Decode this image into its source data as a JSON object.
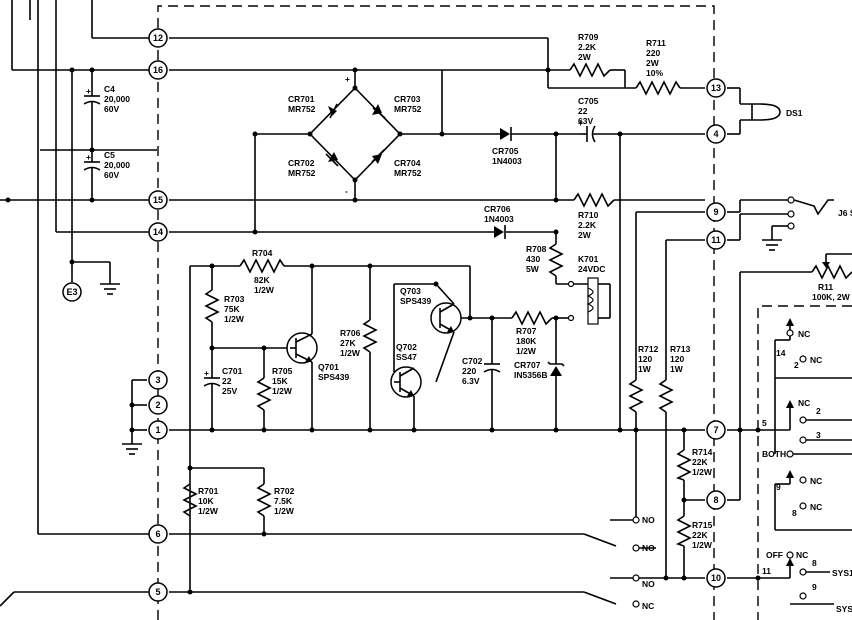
{
  "terminals": [
    "12",
    "16",
    "15",
    "14",
    "13",
    "4",
    "9",
    "11",
    "3",
    "2",
    "1",
    "6",
    "5",
    "7",
    "8",
    "10"
  ],
  "ground_tag": "E3",
  "components": {
    "c4": [
      "C4",
      "20,000",
      "60V"
    ],
    "c5": [
      "C5",
      "20,000",
      "60V"
    ],
    "cr701": [
      "CR701",
      "MR752"
    ],
    "cr702": [
      "CR702",
      "MR752"
    ],
    "cr703": [
      "CR703",
      "MR752"
    ],
    "cr704": [
      "CR704",
      "MR752"
    ],
    "cr705": [
      "CR705",
      "1N4003"
    ],
    "cr706": [
      "CR706",
      "1N4003"
    ],
    "cr707": [
      "CR707",
      "IN5356B"
    ],
    "r709": [
      "R709",
      "2.2K",
      "2W"
    ],
    "r711": [
      "R711",
      "220",
      "2W",
      "10%"
    ],
    "c705": [
      "C705",
      "22",
      "63V"
    ],
    "ds1": "DS1",
    "r710": [
      "R710",
      "2.2K",
      "2W"
    ],
    "r708": [
      "R708",
      "430",
      "5W"
    ],
    "k701": [
      "K701",
      "24VDC"
    ],
    "r704": [
      "R704",
      "82K",
      "1/2W"
    ],
    "r703": [
      "R703",
      "75K",
      "1/2W"
    ],
    "q701": [
      "Q701",
      "SPS439"
    ],
    "r706": [
      "R706",
      "27K",
      "1/2W"
    ],
    "q703": [
      "Q703",
      "SPS439"
    ],
    "q702": [
      "Q702",
      "SS47"
    ],
    "r707": [
      "R707",
      "180K",
      "1/2W"
    ],
    "c701": [
      "C701",
      "22",
      "25V"
    ],
    "r705": [
      "R705",
      "15K",
      "1/2W"
    ],
    "c702": [
      "C702",
      "220",
      "6.3V"
    ],
    "r701": [
      "R701",
      "10K",
      "1/2W"
    ],
    "r702": [
      "R702",
      "7.5K",
      "1/2W"
    ],
    "r712": [
      "R712",
      "120",
      "1W"
    ],
    "r713": [
      "R713",
      "120",
      "1W"
    ],
    "r714": [
      "R714",
      "22K",
      "1/2W"
    ],
    "r715": [
      "R715",
      "22K",
      "1/2W"
    ],
    "j6": "J6 S",
    "r11": [
      "R11",
      "100K, 2W"
    ]
  },
  "relay_contacts": [
    "NO",
    "NO",
    "NO",
    "NC"
  ],
  "switch_labels": {
    "nc": "NC",
    "both": "BOTH",
    "off": "OFF",
    "sys1": "SYS1",
    "sys2": "SYS",
    "pins": [
      "14",
      "2",
      "2",
      "3",
      "5",
      "9",
      "8",
      "8",
      "9",
      "11"
    ]
  },
  "polarity": [
    "+",
    "+",
    "+",
    "-",
    "+",
    "+"
  ]
}
